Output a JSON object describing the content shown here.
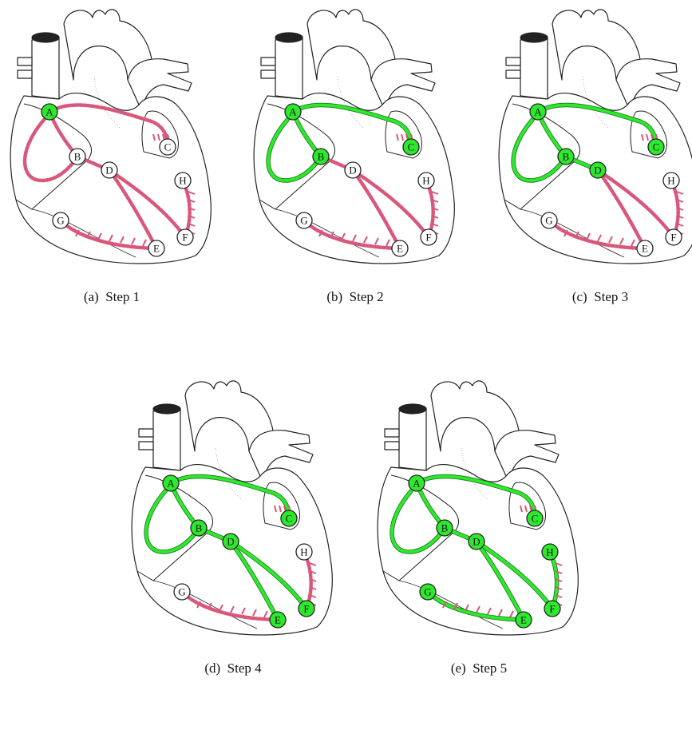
{
  "colors": {
    "active": "#2ee82e",
    "inactive_node": "#ffffff",
    "conduction": "#d9577a",
    "outline": "#222222"
  },
  "nodes": [
    "A",
    "B",
    "C",
    "D",
    "E",
    "F",
    "G",
    "H"
  ],
  "panels": [
    {
      "id": "a",
      "caption": "(a)  Step 1",
      "active_nodes": [
        "A"
      ],
      "active_edges": []
    },
    {
      "id": "b",
      "caption": "(b)  Step 2",
      "active_nodes": [
        "A",
        "B",
        "C"
      ],
      "active_edges": [
        "A-B",
        "A-C",
        "A-B2"
      ]
    },
    {
      "id": "c",
      "caption": "(c)  Step 3",
      "active_nodes": [
        "A",
        "B",
        "C",
        "D"
      ],
      "active_edges": [
        "A-B",
        "A-C",
        "A-B2",
        "B-D"
      ]
    },
    {
      "id": "d",
      "caption": "(d)  Step 4",
      "active_nodes": [
        "A",
        "B",
        "C",
        "D",
        "E",
        "F"
      ],
      "active_edges": [
        "A-B",
        "A-C",
        "A-B2",
        "B-D",
        "D-E",
        "D-F"
      ]
    },
    {
      "id": "e",
      "caption": "(e)  Step 5",
      "active_nodes": [
        "A",
        "B",
        "C",
        "D",
        "E",
        "F",
        "G",
        "H"
      ],
      "active_edges": [
        "A-B",
        "A-C",
        "A-B2",
        "B-D",
        "D-E",
        "D-F",
        "E-G",
        "F-H"
      ]
    }
  ]
}
